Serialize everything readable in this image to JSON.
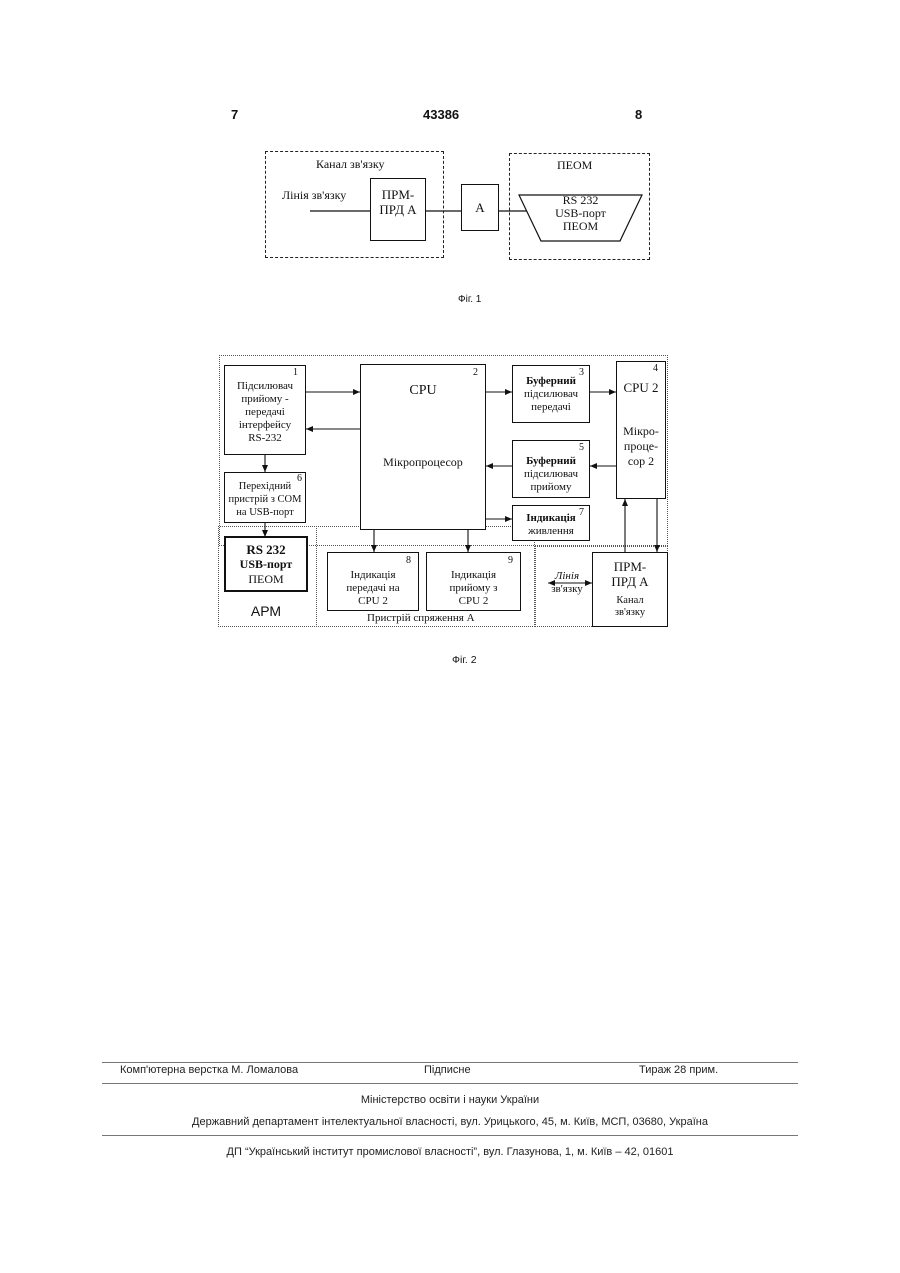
{
  "header": {
    "page_left": "7",
    "patent_number": "43386",
    "page_right": "8"
  },
  "fig1": {
    "channel_group": "Канал зв'язку",
    "line_label": "Лінія зв'язку",
    "transceiver": [
      "ПРМ-",
      "ПРД А"
    ],
    "device_a": "А",
    "pc_group": "ПЕОМ",
    "port": [
      "RS 232",
      "USB-порт",
      "ПЕОМ"
    ],
    "caption": "Фіг. 1"
  },
  "fig2": {
    "block1": {
      "num": "1",
      "lines": [
        "Підсилювач",
        "прийому -",
        "передачі",
        "інтерфейсу",
        "RS-232"
      ]
    },
    "block2": {
      "num": "2",
      "title": "CPU",
      "subtitle": "Мікропроцесор"
    },
    "block3": {
      "num": "3",
      "lines": [
        "Буферний",
        "підсилювач",
        "передачі"
      ]
    },
    "block4": {
      "num": "4",
      "title": "CPU 2",
      "lines": [
        "Мікро-",
        "проце-",
        "сор 2"
      ]
    },
    "block5": {
      "num": "5",
      "lines": [
        "Буферний",
        "підсилювач",
        "прийому"
      ]
    },
    "block6": {
      "num": "6",
      "lines": [
        "Перехідний",
        "пристрій з СОМ",
        "на USB-порт"
      ]
    },
    "block7": {
      "num": "7",
      "lines": [
        "Індикація",
        "живлення"
      ]
    },
    "block8": {
      "num": "8",
      "lines": [
        "Індикація",
        "передачі на",
        "CPU 2"
      ]
    },
    "block9": {
      "num": "9",
      "lines": [
        "Індикація",
        "прийому з",
        "CPU 2"
      ]
    },
    "pc_port": [
      "RS 232",
      "USB-порт",
      "ПЕОМ"
    ],
    "arm": "АРМ",
    "interface_device": "Пристрій спряження А",
    "line_label": [
      "Лінія",
      "зв'язку"
    ],
    "transceiver": [
      "ПРМ-",
      "ПРД  А"
    ],
    "channel": [
      "Канал",
      "зв'язку"
    ],
    "caption": "Фіг. 2"
  },
  "footer": {
    "typesetting": "Комп'ютерна верстка М. Ломалова",
    "signed": "Підписне",
    "circulation": "Тираж 28 прим.",
    "ministry": "Міністерство освіти і науки України",
    "department": "Державний департамент інтелектуальної власності, вул. Урицького, 45, м. Київ, МСП, 03680, Україна",
    "institute": "ДП “Український інститут промислової власності”, вул. Глазунова, 1, м. Київ – 42, 01601"
  }
}
